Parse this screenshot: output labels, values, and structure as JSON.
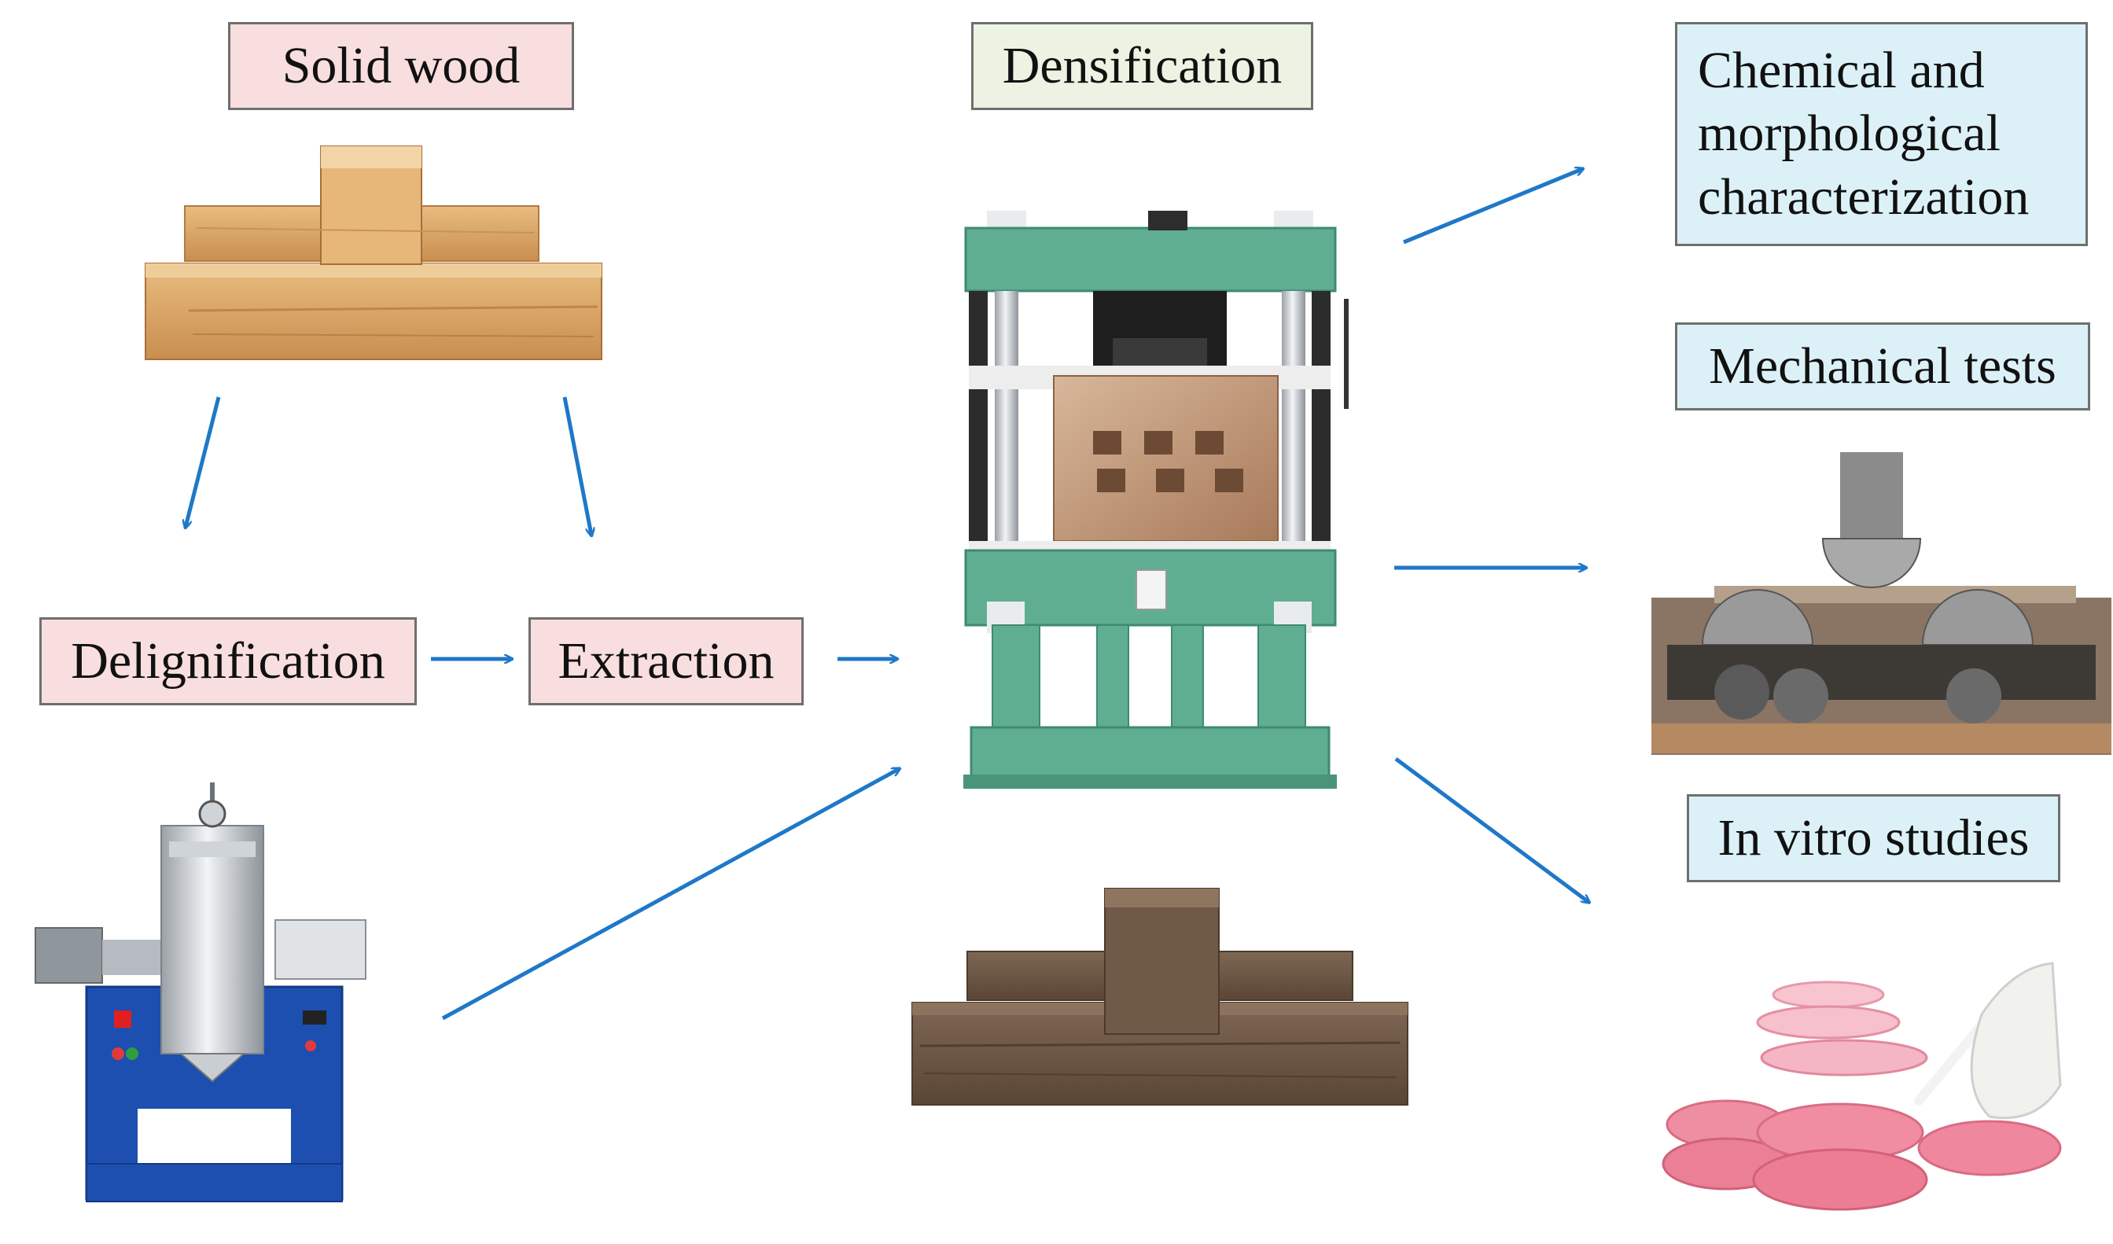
{
  "labels": {
    "solid_wood": "Solid wood",
    "densification": "Densification",
    "delignification": "Delignification",
    "extraction": "Extraction",
    "chem_line1": "Chemical and",
    "chem_line2": "morphological",
    "chem_line3": "characterization",
    "mechanical": "Mechanical tests",
    "in_vitro": "In vitro studies"
  },
  "colors": {
    "arrow": "#1f78c8",
    "pink_box": "#f8dede",
    "green_box": "#ecf3e2",
    "blue_box": "#dcf1f7",
    "press_green": "#5fae91",
    "wood_light": "#d9a466",
    "wood_dark": "#6e5846",
    "reactor_blue": "#1d4fb0"
  },
  "icons": [
    "solid-wood-icon",
    "hydraulic-press-icon",
    "densified-wood-icon",
    "reactor-icon",
    "bending-test-icon",
    "petri-dishes-icon"
  ]
}
